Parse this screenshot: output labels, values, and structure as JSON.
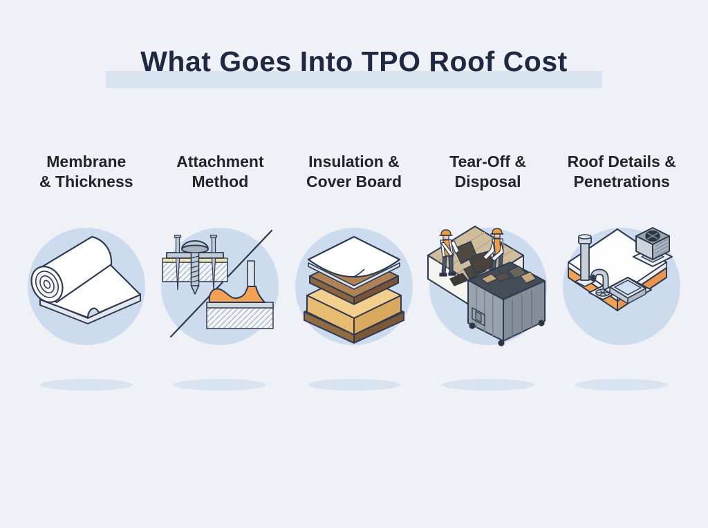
{
  "page": {
    "title": "What Goes Into TPO Roof Cost",
    "background_color": "#eff1f7",
    "title_color": "#1d2a42",
    "title_highlight_color": "#d9e4f1",
    "heading_color": "#222427",
    "icon_circle_color": "#ccdcee",
    "shadow_color": "#d9e4f2",
    "outline_color": "#2e3a50",
    "accent_orange": "#f2a155",
    "insulation_tan": "#f4d08f",
    "board_brown": "#b08356"
  },
  "columns": [
    {
      "line1": "Membrane",
      "line2": "& Thickness",
      "icon": "membrane-roll-icon"
    },
    {
      "line1": "Attachment",
      "line2": "Method",
      "icon": "fasteners-and-adhesive-icon"
    },
    {
      "line1": "Insulation &",
      "line2": "Cover Board",
      "icon": "layered-boards-icon"
    },
    {
      "line1": "Tear-Off &",
      "line2": "Disposal",
      "icon": "workers-dumpster-icon"
    },
    {
      "line1": "Roof Details &",
      "line2": "Penetrations",
      "icon": "roof-penetrations-icon"
    }
  ]
}
